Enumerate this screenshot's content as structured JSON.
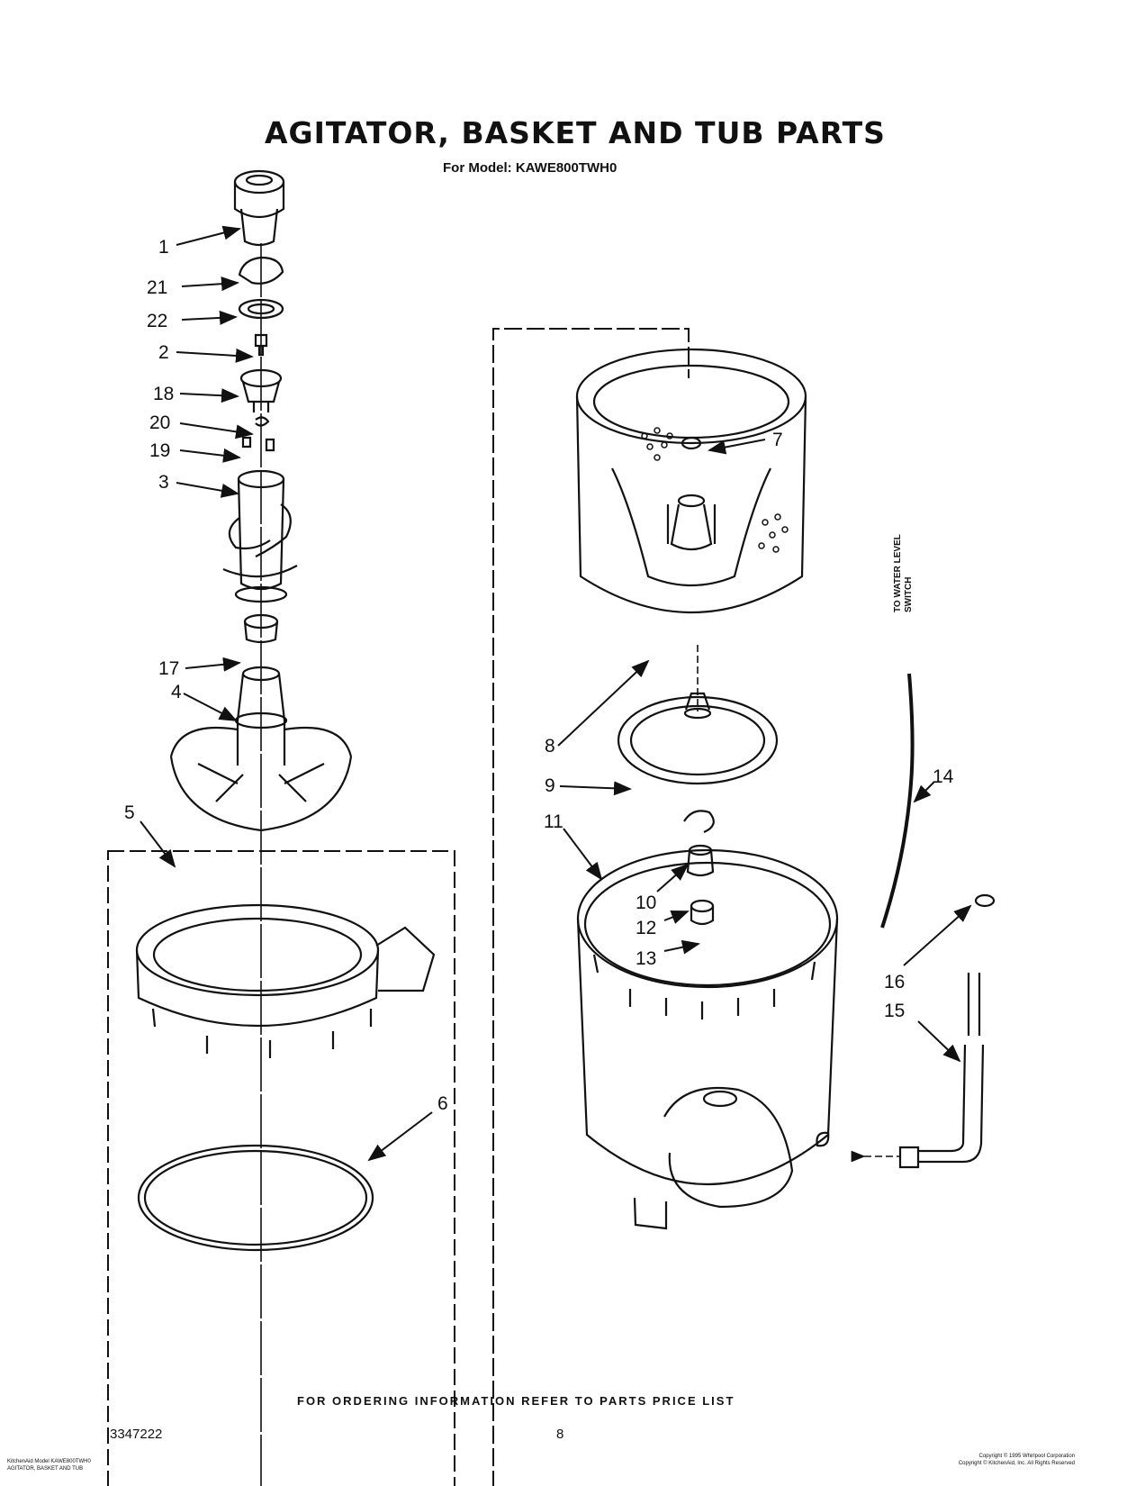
{
  "header": {
    "title": "AGITATOR, BASKET AND TUB PARTS",
    "model": "For Model: KAWE800TWH0"
  },
  "callouts": [
    "1",
    "21",
    "22",
    "2",
    "18",
    "20",
    "19",
    "3",
    "17",
    "4",
    "5",
    "6",
    "7",
    "8",
    "9",
    "11",
    "10",
    "12",
    "13",
    "14",
    "16",
    "15"
  ],
  "side_label": {
    "line1": "TO WATER LEVEL",
    "line2": "SWITCH"
  },
  "footer": {
    "ordering": "FOR ORDERING INFORMATION REFER TO PARTS PRICE LIST",
    "doc_number": "3347222",
    "page": "8",
    "left_line1": "KitchenAid Model KAWE800TWH0",
    "left_line2": "AGITATOR, BASKET AND TUB",
    "right_line1": "Copyright © 1995 Whirlpool Corporation",
    "right_line2": "Copyright © KitchenAid, Inc. All Rights Reserved"
  }
}
